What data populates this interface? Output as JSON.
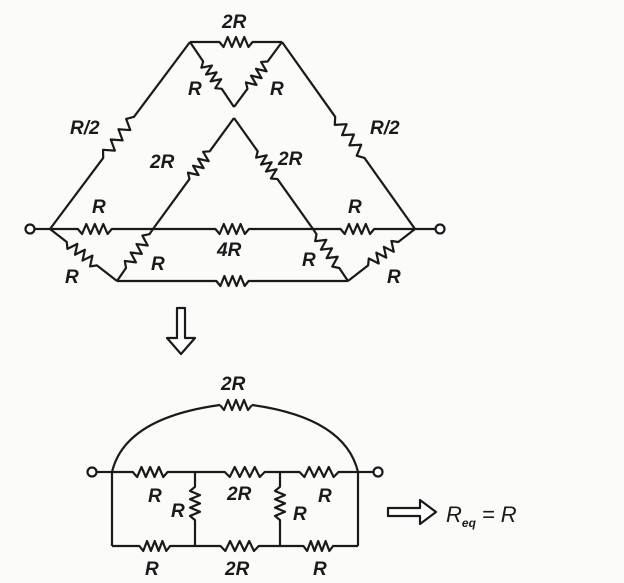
{
  "original_circuit": {
    "labels": [
      "2R",
      "R",
      "R",
      "R/2",
      "R/2",
      "2R",
      "2R",
      "R",
      "R",
      "4R",
      "R",
      "R",
      "R",
      "R"
    ]
  },
  "reduction_arrow": "down-arrow",
  "reduced_circuit": {
    "labels": [
      "2R",
      "R",
      "2R",
      "R",
      "R",
      "R",
      "R",
      "2R",
      "R"
    ]
  },
  "result": {
    "symbol": "R",
    "subscript": "eq",
    "equals": "=",
    "value": "R"
  },
  "colors": {
    "ink": "#1a1a1a",
    "paper": "#fbfbf9"
  }
}
